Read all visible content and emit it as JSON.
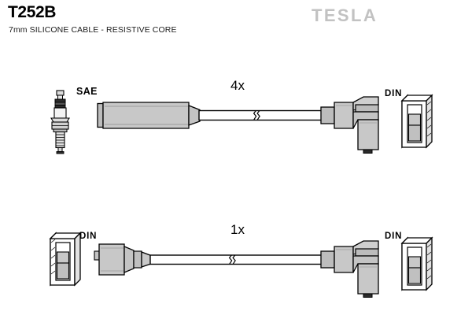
{
  "header": {
    "part_number": "T252B",
    "description": "7mm SILICONE CABLE - RESISTIVE CORE",
    "brand": "TESLA",
    "brand_color": "#c2c2c2"
  },
  "colors": {
    "outline": "#000000",
    "body_fill": "#c8c8c8",
    "body_fill_dark": "#b0b0b0",
    "body_fill_light": "#dcdcdc",
    "cable_fill": "#ffffff",
    "background": "#ffffff",
    "insulator_dark": "#2b2b2b"
  },
  "rows": [
    {
      "id": "row-1",
      "quantity_label": "4x",
      "left_label": "SAE",
      "right_label": "DIN",
      "left_end": "spark-plug-boot",
      "right_end": "right-angle-distributor-connector",
      "terminal": "din-terminal",
      "has_break_symbol": true
    },
    {
      "id": "row-2",
      "quantity_label": "1x",
      "left_label": "DIN",
      "right_label": "DIN",
      "left_end": "straight-coil-connector",
      "right_end": "right-angle-distributor-connector",
      "terminal": "din-terminal",
      "has_break_symbol": true
    }
  ],
  "icons": {
    "spark_plug": "spark-plug-icon",
    "din_terminal": "din-terminal-icon",
    "cable_break": "cable-break-symbol"
  }
}
